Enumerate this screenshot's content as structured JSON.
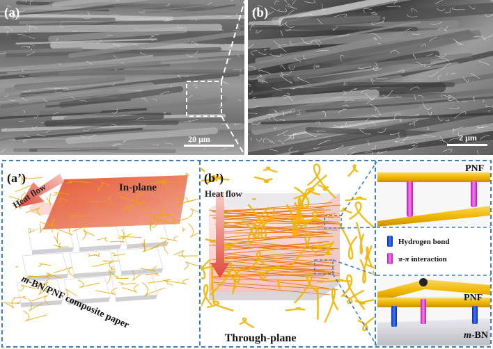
{
  "panels": {
    "a": {
      "label": "(a)",
      "scale_bar": "20 μm"
    },
    "b": {
      "label": "(b)",
      "scale_bar": "2 μm"
    },
    "a_prime": {
      "label": "(a’)",
      "heat_flow": "Heat flow",
      "plane": "In-plane",
      "caption_italic": "m",
      "caption_rest": "-BN/PNF composite paper"
    },
    "b_prime": {
      "label": "(b’)",
      "heat_flow": "Heat flow",
      "plane": "Through-plane"
    },
    "insets": {
      "top_label": "PNF",
      "bottom_label": "PNF",
      "substrate_italic": "m",
      "substrate_rest": "-BN"
    },
    "legend": {
      "hydrogen_bond": "Hydrogen bond",
      "pi_italic": "π-π",
      "pi_rest": " interaction"
    }
  },
  "colors": {
    "dashed_frame": "#3a7fc4",
    "fiber": "#f0b400",
    "hydrogen_bond": "#1f4fd6",
    "pi_interaction": "#e23ad8",
    "heat_arrow": "#e05a4c",
    "plane_red": "#e2502e"
  }
}
